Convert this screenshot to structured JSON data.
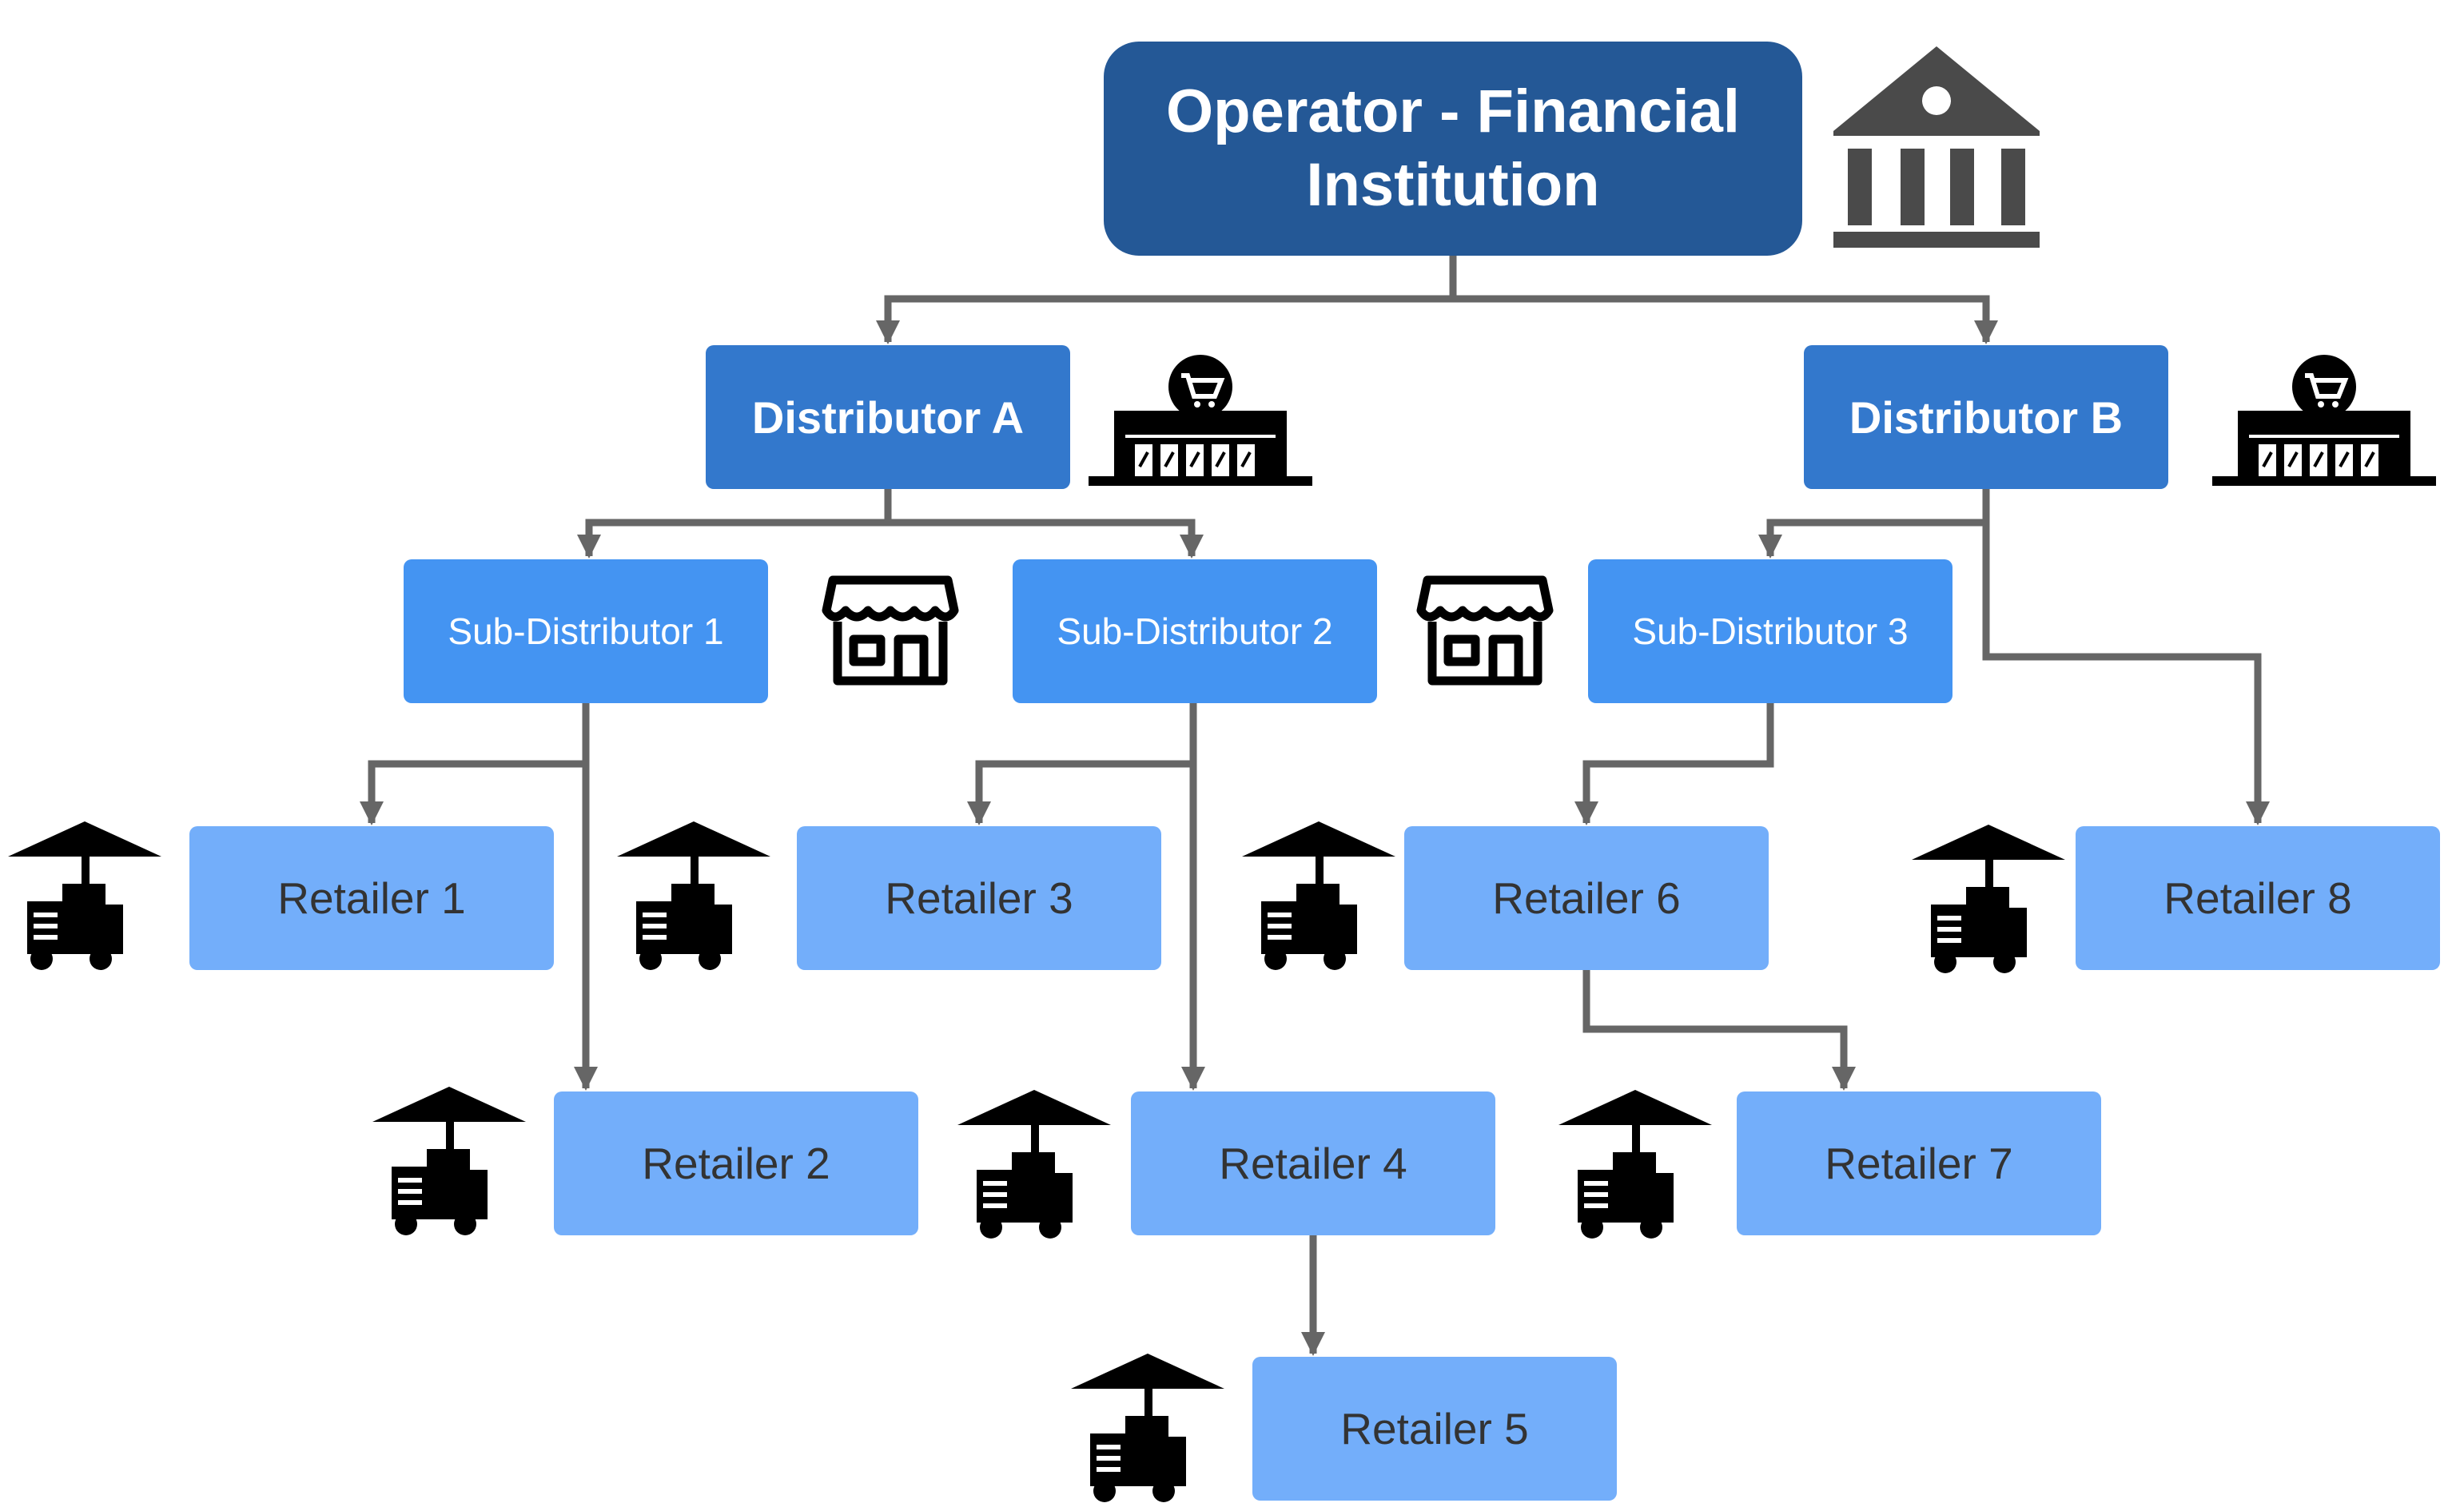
{
  "colors": {
    "operator": "#245896",
    "distributor": "#3378cc",
    "sub_distributor": "#4494f2",
    "retailer": "#73aefa",
    "connector": "#666666",
    "icon_dark": "#4a4a4a",
    "icon_black": "#000000"
  },
  "nodes": {
    "operator": {
      "label": "Operator - Financial Institution",
      "icon": "bank-icon"
    },
    "distributor_a": {
      "label": "Distributor A",
      "icon": "supermarket-icon"
    },
    "distributor_b": {
      "label": "Distributor B",
      "icon": "supermarket-icon"
    },
    "sub_distributor_1": {
      "label": "Sub-Distributor 1",
      "icon": "shop-icon"
    },
    "sub_distributor_2": {
      "label": "Sub-Distributor 2",
      "icon": "shop-icon"
    },
    "sub_distributor_3": {
      "label": "Sub-Distributor 3"
    },
    "retailer_1": {
      "label": "Retailer 1",
      "icon": "cart-stall-icon"
    },
    "retailer_2": {
      "label": "Retailer 2",
      "icon": "cart-stall-icon"
    },
    "retailer_3": {
      "label": "Retailer 3",
      "icon": "cart-stall-icon"
    },
    "retailer_4": {
      "label": "Retailer 4",
      "icon": "cart-stall-icon"
    },
    "retailer_5": {
      "label": "Retailer 5",
      "icon": "cart-stall-icon"
    },
    "retailer_6": {
      "label": "Retailer 6",
      "icon": "cart-stall-icon"
    },
    "retailer_7": {
      "label": "Retailer 7",
      "icon": "cart-stall-icon"
    },
    "retailer_8": {
      "label": "Retailer 8",
      "icon": "cart-stall-icon"
    }
  },
  "edges": [
    {
      "from": "operator",
      "to": "distributor_a"
    },
    {
      "from": "operator",
      "to": "distributor_b"
    },
    {
      "from": "distributor_a",
      "to": "sub_distributor_1"
    },
    {
      "from": "distributor_a",
      "to": "sub_distributor_2"
    },
    {
      "from": "distributor_b",
      "to": "sub_distributor_3"
    },
    {
      "from": "distributor_b",
      "to": "retailer_8"
    },
    {
      "from": "sub_distributor_1",
      "to": "retailer_1"
    },
    {
      "from": "sub_distributor_1",
      "to": "retailer_2"
    },
    {
      "from": "sub_distributor_2",
      "to": "retailer_3"
    },
    {
      "from": "sub_distributor_2",
      "to": "retailer_4"
    },
    {
      "from": "retailer_4",
      "to": "retailer_5"
    },
    {
      "from": "sub_distributor_3",
      "to": "retailer_6"
    },
    {
      "from": "retailer_6",
      "to": "retailer_7"
    }
  ]
}
